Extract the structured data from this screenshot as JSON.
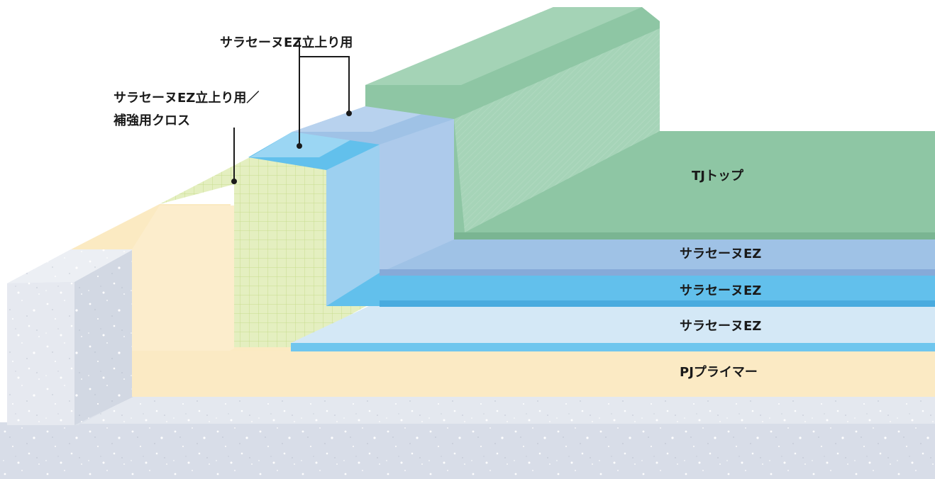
{
  "labels": {
    "tj_top": "TJトップ",
    "ez_layer_1": "サラセーヌEZ",
    "ez_layer_2": "サラセーヌEZ",
    "ez_layer_3": "サラセーヌEZ",
    "pj_primer": "PJプライマー",
    "riser": "サラセーヌEZ立上り用",
    "riser_cloth_line1": "サラセーヌEZ立上り用／",
    "riser_cloth_line2": "補強用クロス"
  },
  "colors": {
    "tj_top": "#8ec6a4",
    "ez_1": "#9fc2e6",
    "ez_2": "#62c0ec",
    "ez_3": "#d4e8f6",
    "pj_primer": "#fbeac2",
    "cloth": "#e4efc0",
    "concrete": "#dfe3ec",
    "leader": "#1a1a1a"
  }
}
